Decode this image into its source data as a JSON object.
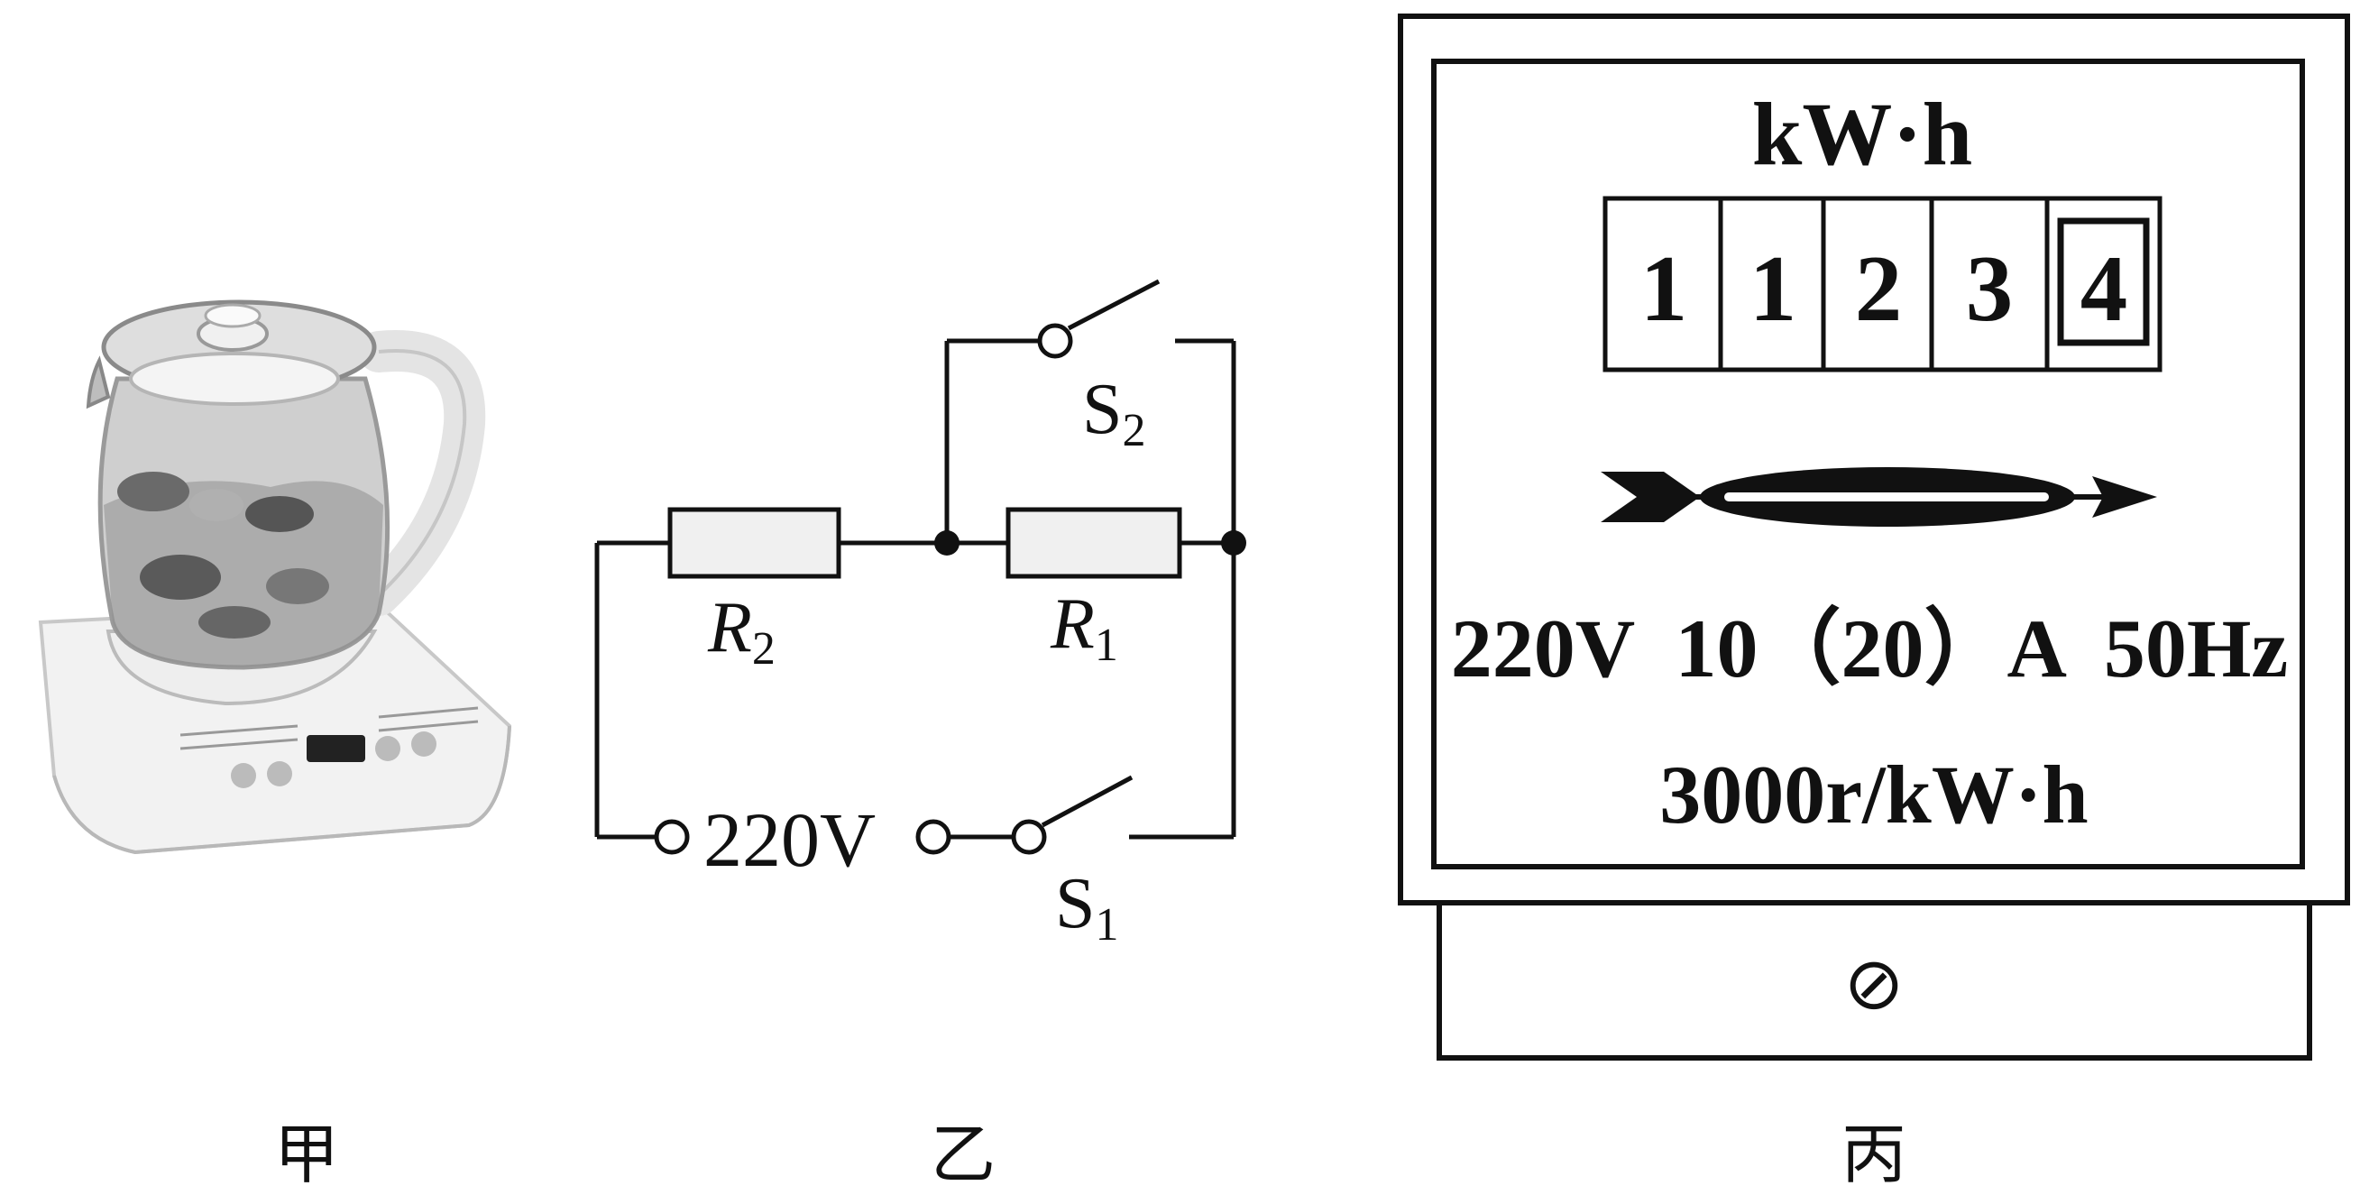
{
  "figure_labels": {
    "kettle": "甲",
    "circuit": "乙",
    "meter": "丙"
  },
  "circuit": {
    "r2": {
      "name": "R",
      "sub": "2"
    },
    "r1": {
      "name": "R",
      "sub": "1"
    },
    "s2": {
      "name": "S",
      "sub": "2"
    },
    "s1": {
      "name": "S",
      "sub": "1"
    },
    "source": "220V"
  },
  "meter": {
    "unit": "kW·h",
    "digits": [
      "1",
      "1",
      "2",
      "3",
      "4"
    ],
    "rating": "220V  10（20）A  50Hz",
    "constant": "3000r/kW·h",
    "terminal_symbol": "⊘"
  }
}
